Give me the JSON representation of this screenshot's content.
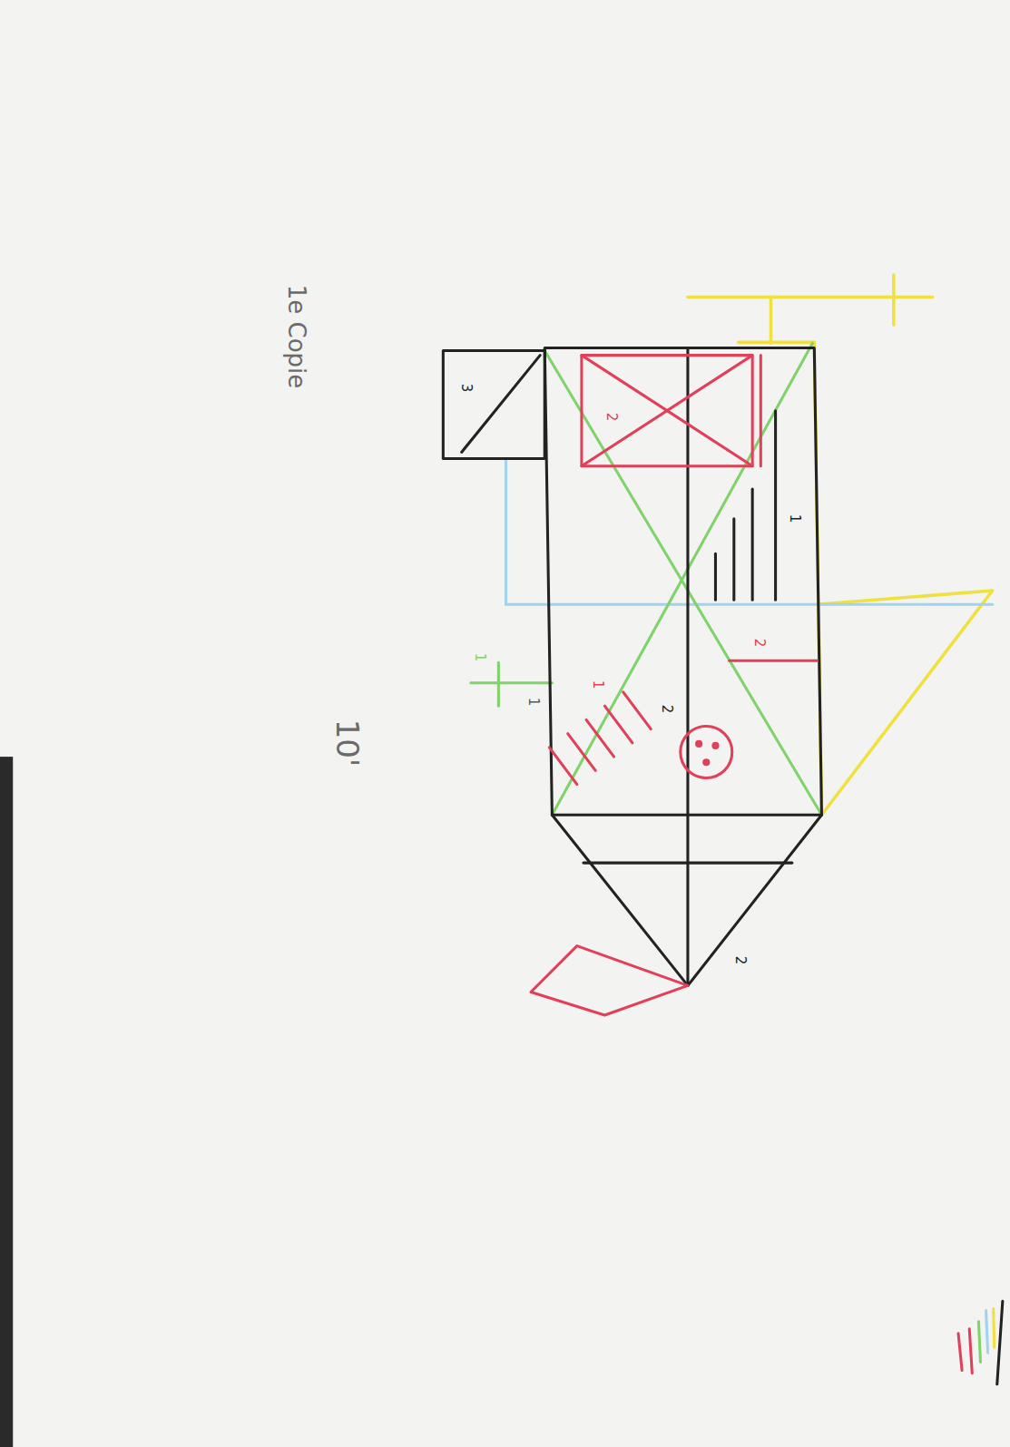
{
  "diagram": {
    "labels": [
      "1e Copie",
      "10'",
      "3",
      "2",
      "1",
      "2",
      "1",
      "1",
      "1",
      "2",
      "2"
    ]
  }
}
